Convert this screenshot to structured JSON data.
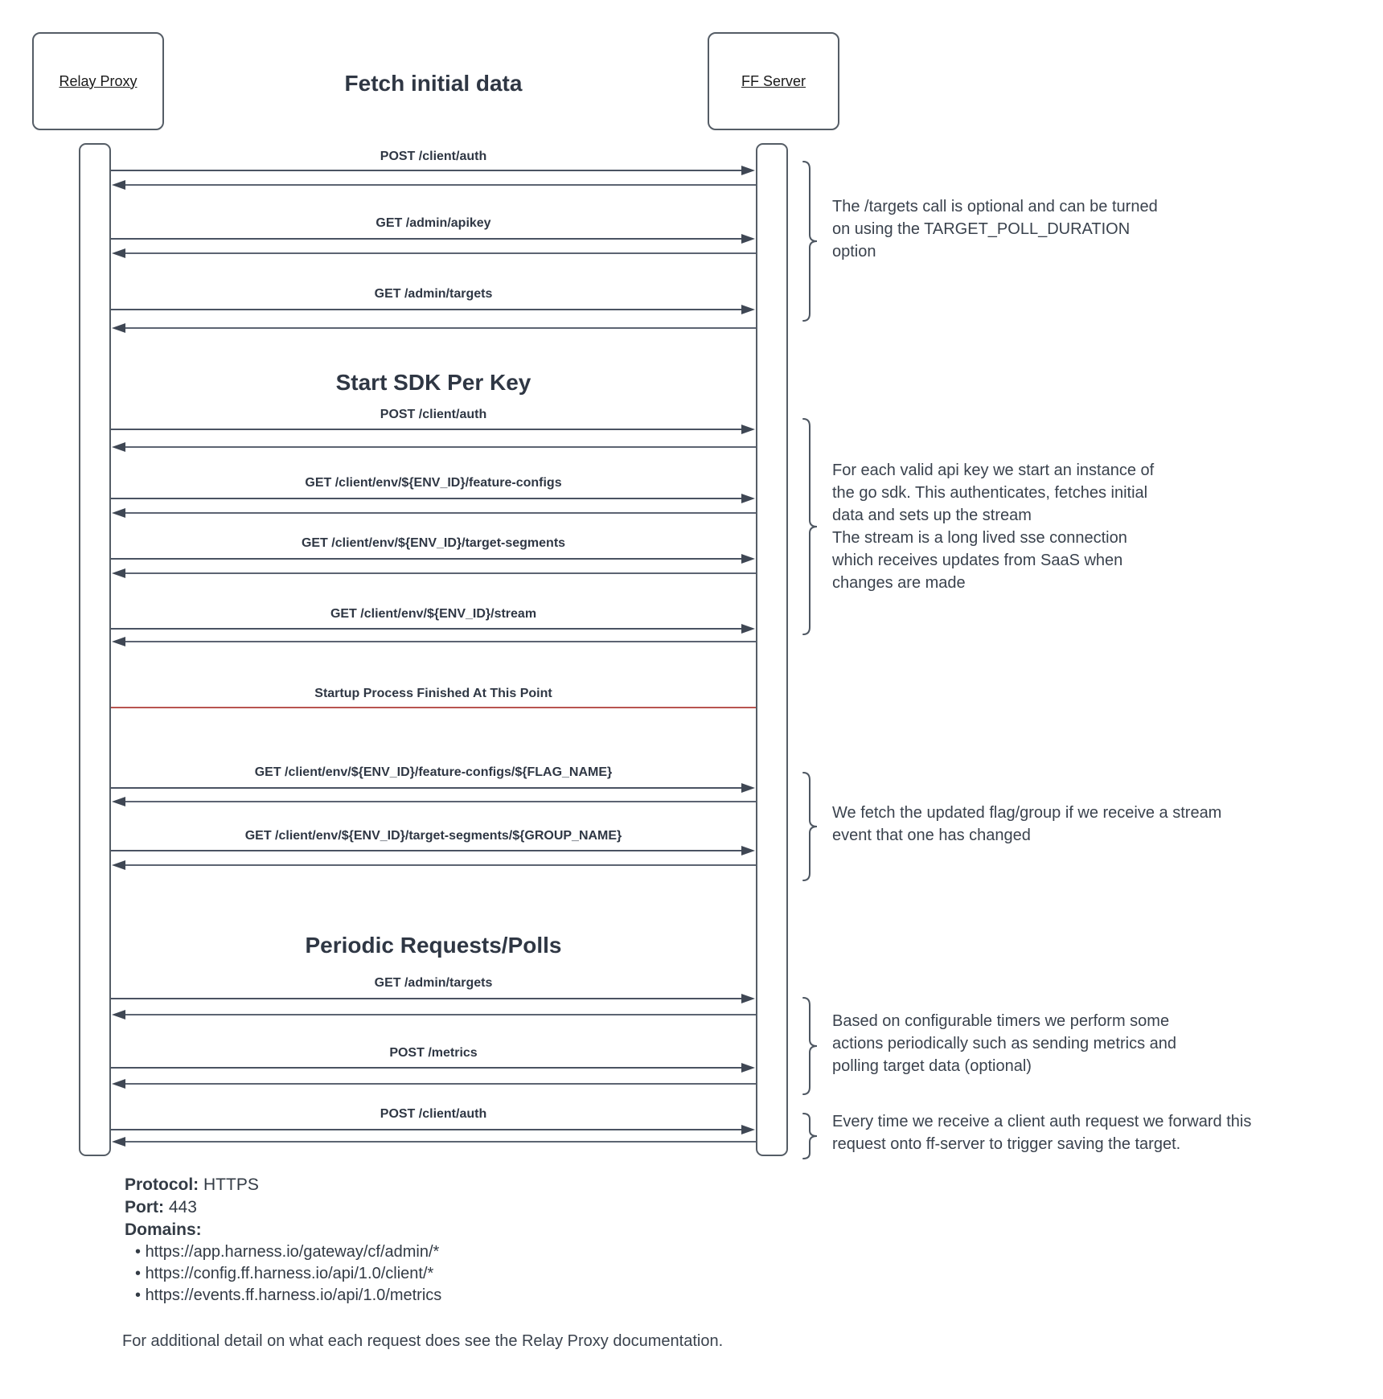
{
  "actors": {
    "left": "Relay Proxy",
    "right": "FF Server"
  },
  "headings": {
    "fetch": "Fetch initial data",
    "start_sdk": "Start SDK Per Key",
    "periodic": "Periodic Requests/Polls"
  },
  "messages": [
    {
      "label": "POST /client/auth"
    },
    {
      "label": "GET /admin/apikey"
    },
    {
      "label": "GET /admin/targets"
    },
    {
      "label": "POST /client/auth"
    },
    {
      "label": "GET /client/env/${ENV_ID}/feature-configs"
    },
    {
      "label": "GET /client/env/${ENV_ID}/target-segments"
    },
    {
      "label": "GET /client/env/${ENV_ID}/stream"
    },
    {
      "label": "GET /client/env/${ENV_ID}/feature-configs/${FLAG_NAME}"
    },
    {
      "label": "GET /client/env/${ENV_ID}/target-segments/${GROUP_NAME}"
    },
    {
      "label": "GET /admin/targets"
    },
    {
      "label": "POST /metrics"
    },
    {
      "label": "POST /client/auth"
    }
  ],
  "milestone": {
    "label": "Startup Process Finished At This Point",
    "line_color": "#b85450"
  },
  "annotations": [
    {
      "text": "The /targets call is optional and can be turned\non using the TARGET_POLL_DURATION\noption"
    },
    {
      "text": "For each valid api key we start an instance of\nthe go sdk. This authenticates, fetches initial\ndata and sets up the stream\nThe stream is a long lived sse connection\nwhich receives updates from SaaS when\nchanges are made"
    },
    {
      "text": "We fetch the updated flag/group if we receive a stream\nevent that one has changed"
    },
    {
      "text": "Based on configurable timers we perform some\nactions periodically such as sending metrics and\npolling target data (optional)"
    },
    {
      "text": "Every time we receive a client auth request we forward this\nrequest onto ff-server to trigger saving the target."
    }
  ],
  "footer": {
    "protocol_label": "Protocol:",
    "protocol_value": " HTTPS",
    "port_label": "Port:",
    "port_value": " 443",
    "domains_label": "Domains:",
    "domains": [
      "https://app.harness.io/gateway/cf/admin/*",
      "https://config.ff.harness.io/api/1.0/client/*",
      "https://events.ff.harness.io/api/1.0/metrics"
    ],
    "note": "For additional detail on what each request does see the Relay Proxy documentation."
  },
  "colors": {
    "line": "#4a5362",
    "arrowhead": "#3f4754",
    "border": "#555d66",
    "text": "#2f3744",
    "red_separator": "#b85450"
  }
}
